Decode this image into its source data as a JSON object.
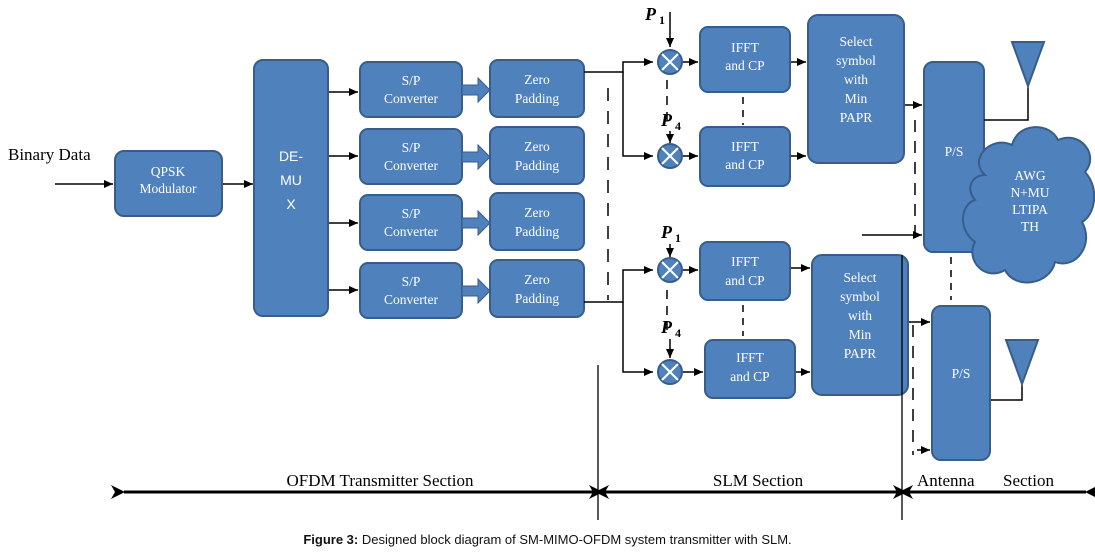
{
  "colors": {
    "block_fill": "#4f81bd",
    "block_stroke": "#385d8a",
    "line": "#000000"
  },
  "blocks": {
    "qpsk": [
      "QPSK",
      "Modulator"
    ],
    "demux": [
      "DE-",
      "MU",
      "X"
    ],
    "sp": [
      "S/P",
      "Converter"
    ],
    "zero": [
      "Zero",
      "Padding"
    ],
    "ifft": [
      "IFFT",
      "and CP"
    ],
    "select": [
      "Select",
      "symbol",
      "with",
      "Min",
      "PAPR"
    ],
    "ps": "P/S",
    "awgn": [
      "AWG",
      "N+MU",
      "LTIPA",
      "TH"
    ]
  },
  "labels": {
    "binary_data": "Binary Data",
    "p1": "P",
    "p1_sub": "1",
    "p4": "P",
    "p4_sub": "4"
  },
  "sections": {
    "ofdm": "OFDM Transmitter Section",
    "slm": "SLM Section",
    "antenna": "Antenna",
    "antenna2": "Section"
  },
  "caption": {
    "prefix": "Figure 3:",
    "text": " Designed block diagram of SM-MIMO-OFDM system transmitter with SLM."
  }
}
